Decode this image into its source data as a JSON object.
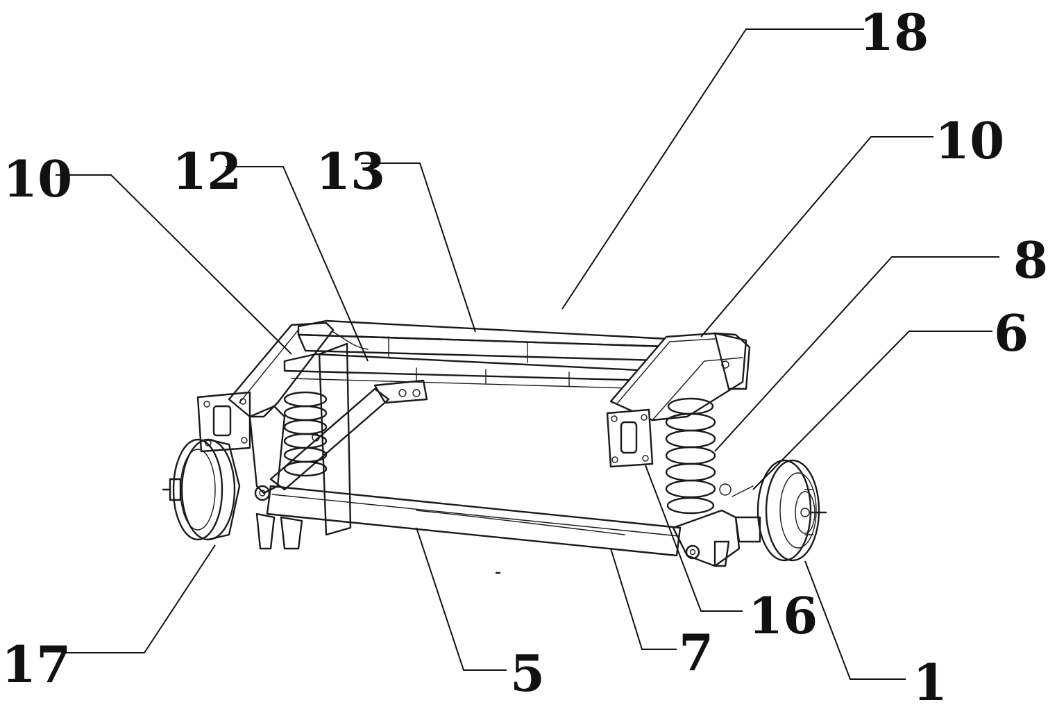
{
  "figure": {
    "callouts": [
      {
        "id": "c18",
        "label": "18"
      },
      {
        "id": "c10a",
        "label": "10"
      },
      {
        "id": "c12",
        "label": "12"
      },
      {
        "id": "c13",
        "label": "13"
      },
      {
        "id": "c10b",
        "label": "10"
      },
      {
        "id": "c8",
        "label": "8"
      },
      {
        "id": "c6",
        "label": "6"
      },
      {
        "id": "c17",
        "label": "17"
      },
      {
        "id": "c5",
        "label": "5"
      },
      {
        "id": "c7",
        "label": "7"
      },
      {
        "id": "c16",
        "label": "16"
      },
      {
        "id": "c1",
        "label": "1"
      }
    ]
  }
}
